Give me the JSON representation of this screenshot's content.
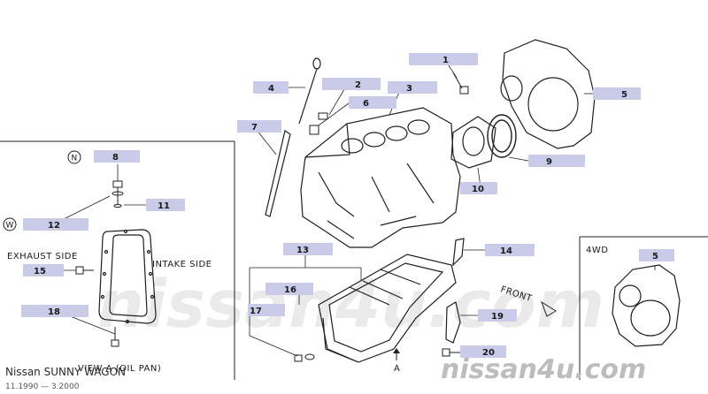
{
  "watermark": {
    "large_text": "nissan4u.com",
    "small_text": "nissan4u.com"
  },
  "footer": {
    "vehicle": "Nissan SUNNY WAGON",
    "dates": "11.1990 — 3.2000"
  },
  "labels": {
    "exhaust_side": "EXHAUST SIDE",
    "intake_side": "INTAKE SIDE",
    "view_a": "VIEW A (OIL PAN)",
    "fourwd": "4WD",
    "front": "FRONT",
    "arrow_a": "A",
    "circle_n": "N",
    "circle_w": "W"
  },
  "callouts": [
    {
      "id": "1",
      "label": "1"
    },
    {
      "id": "2",
      "label": "2"
    },
    {
      "id": "3",
      "label": "3"
    },
    {
      "id": "4",
      "label": "4"
    },
    {
      "id": "5",
      "label": "5"
    },
    {
      "id": "6",
      "label": "6"
    },
    {
      "id": "7",
      "label": "7"
    },
    {
      "id": "8",
      "label": "8"
    },
    {
      "id": "9",
      "label": "9"
    },
    {
      "id": "10",
      "label": "10"
    },
    {
      "id": "11",
      "label": "11"
    },
    {
      "id": "12",
      "label": "12"
    },
    {
      "id": "13",
      "label": "13"
    },
    {
      "id": "14",
      "label": "14"
    },
    {
      "id": "15",
      "label": "15"
    },
    {
      "id": "16",
      "label": "16"
    },
    {
      "id": "17",
      "label": "17"
    },
    {
      "id": "18",
      "label": "18"
    },
    {
      "id": "19",
      "label": "19"
    },
    {
      "id": "20",
      "label": "20"
    },
    {
      "id": "5b",
      "label": "5"
    }
  ],
  "colors": {
    "callout_box": "#c9cbe8",
    "ink": "#1f1f1f",
    "watermark": "#d9d9d9"
  }
}
